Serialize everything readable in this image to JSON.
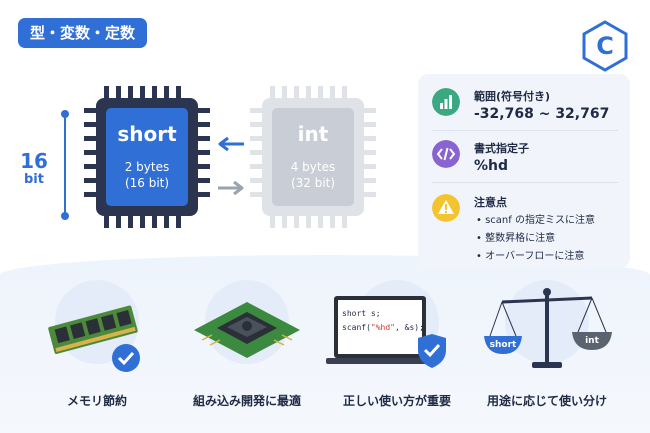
{
  "topic_badge": "型・変数・定数",
  "logo_letter": "C",
  "chips": {
    "short": {
      "name": "short",
      "bytes": "2 bytes",
      "bits": "(16 bit)"
    },
    "int": {
      "name": "int",
      "bytes": "4 bytes",
      "bits": "(32 bit)"
    }
  },
  "bit_label": {
    "number": "16",
    "unit": "bit"
  },
  "info": {
    "range_title": "範囲(符号付き)",
    "range_value": "-32,768 ~ 32,767",
    "format_title": "書式指定子",
    "format_value": "%hd",
    "notes_title": "注意点",
    "notes": [
      "scanf の指定ミスに注意",
      "整数昇格に注意",
      "オーバーフローに注意"
    ]
  },
  "bottom": [
    {
      "caption": "メモリ節約",
      "icon": "memory-module-icon"
    },
    {
      "caption": "組み込み開発に最適",
      "icon": "microchip-icon"
    },
    {
      "caption": "正しい使い方が重要",
      "icon": "laptop-code-icon",
      "code_line1": "short s;",
      "code_line2_pre": "scanf(",
      "code_line2_fmt": "\"%hd\"",
      "code_line2_post": ", &s);"
    },
    {
      "caption": "用途に応じて使い分け",
      "icon": "balance-scale-icon",
      "left_pan": "short",
      "right_pan": "int"
    }
  ],
  "colors": {
    "accent": "#2f6fd6",
    "dark": "#2b3550",
    "green": "#3aa881",
    "purple": "#8a63d2",
    "yellow": "#f4c430"
  }
}
